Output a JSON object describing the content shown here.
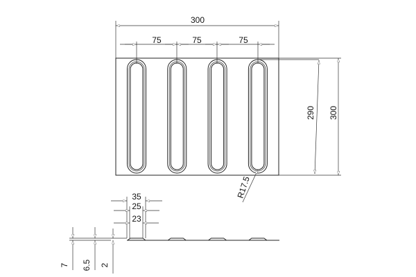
{
  "plan_view": {
    "overall_width": "300",
    "bar_spacing": [
      "75",
      "75",
      "75"
    ],
    "bar_length": "290",
    "overall_height": "300",
    "end_radius": "R17.5",
    "bar_count": 4
  },
  "section_view": {
    "top_width": "35",
    "mid_width": "25",
    "bottom_width": "23",
    "total_height": "7",
    "bar_height": "6.5",
    "base_thickness": "2"
  }
}
